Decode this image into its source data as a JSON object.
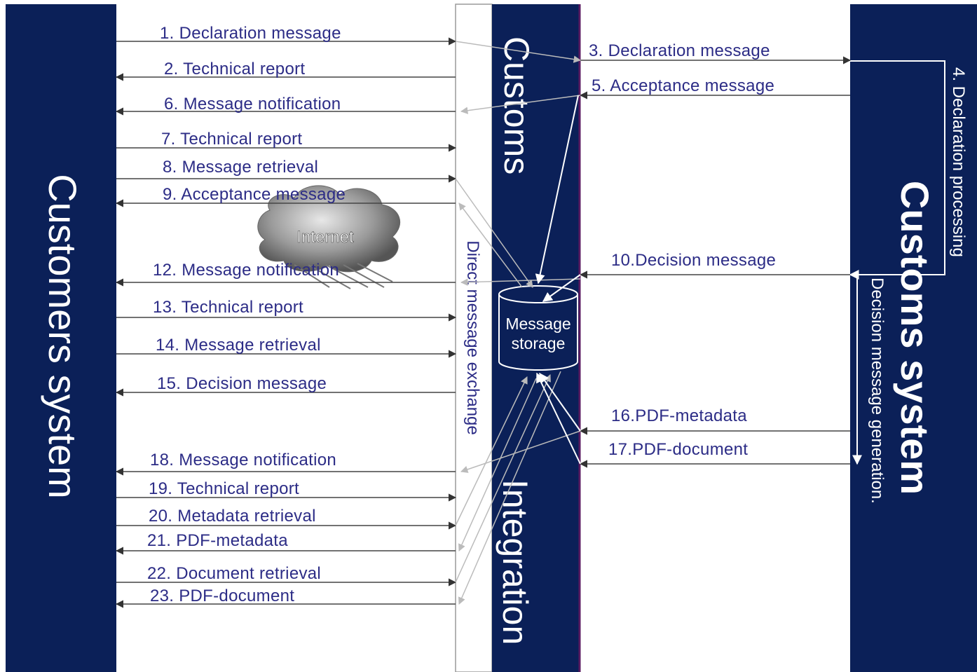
{
  "blocks": {
    "customers_system": "Customers system",
    "customs_integration_top": "Customs",
    "customs_integration_bottom": "Integration",
    "customs_system": "Customs system",
    "direct_exchange": "Direct message exchange",
    "storage_line1": "Message",
    "storage_line2": "storage",
    "internet": "Internet",
    "declaration_processing": "4. Declaration processing",
    "decision_generation": "Decision message generation."
  },
  "messages": {
    "m1": "1. Declaration message",
    "m2": "2. Technical report",
    "m6": "6. Message notification",
    "m7": "7. Technical report",
    "m8": "8. Message retrieval",
    "m9": "9. Acceptance message",
    "m12": "12. Message notification",
    "m13": "13. Technical report",
    "m14": "14. Message retrieval",
    "m15": "15. Decision message",
    "m18": "18. Message notification",
    "m19": "19. Technical report",
    "m20": "20. Metadata retrieval",
    "m21": "21. PDF-metadata",
    "m22": "22. Document retrieval",
    "m23": "23. PDF-document",
    "m3": "3. Declaration message",
    "m5": "5. Acceptance message",
    "m10": "10.Decision message",
    "m16": "16.PDF-metadata",
    "m17": "17.PDF-document"
  },
  "colors": {
    "navy": "#0b2058",
    "label": "#2c2c86",
    "arrow": "#444444",
    "grey_arrow": "#b9b9b9"
  }
}
